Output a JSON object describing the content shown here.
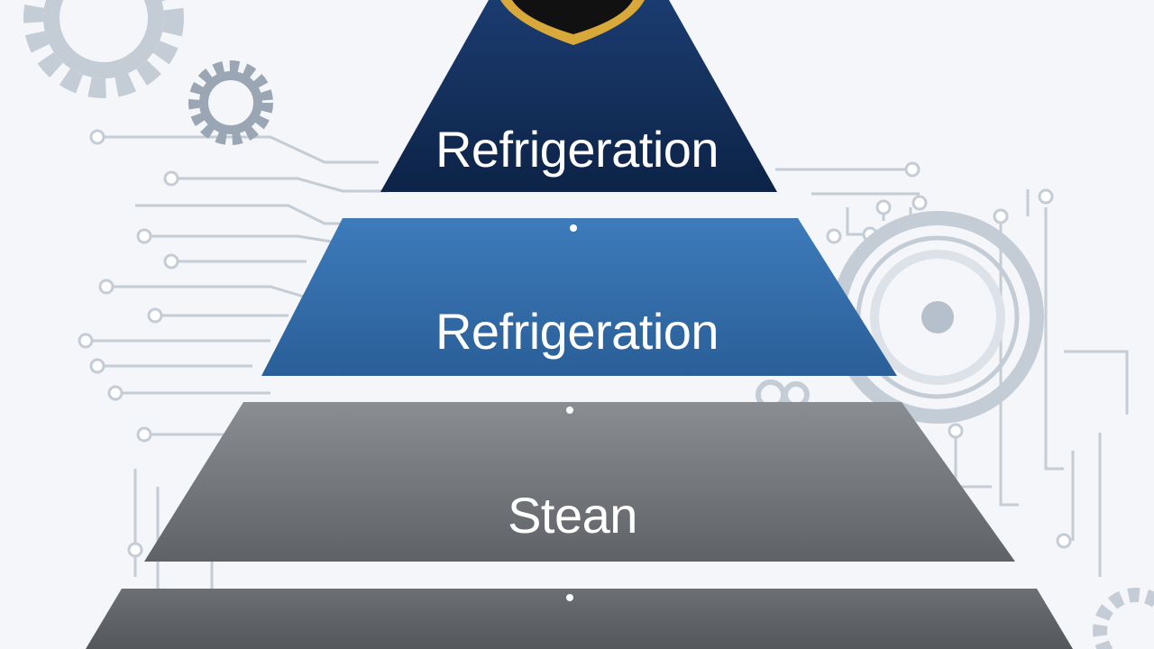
{
  "pyramid": {
    "tiers": [
      {
        "title": "Refrigeration",
        "subtitle": ""
      },
      {
        "title": "Refrigeration",
        "subtitle": ""
      },
      {
        "title": "Stean",
        "subtitle": ""
      },
      {
        "title": "",
        "subtitle": ""
      }
    ]
  },
  "colors": {
    "tier_top": "#14305f",
    "tier_second": "#2f6aa6",
    "tier_third": "#6e7175",
    "tier_bottom": "#5e6064",
    "shield_gold": "#d8a83a",
    "decor": "#c4ccd6"
  },
  "icons": [
    "shield-icon",
    "gear-icon",
    "gear-icon",
    "gauge-icon",
    "circuit-lines"
  ]
}
